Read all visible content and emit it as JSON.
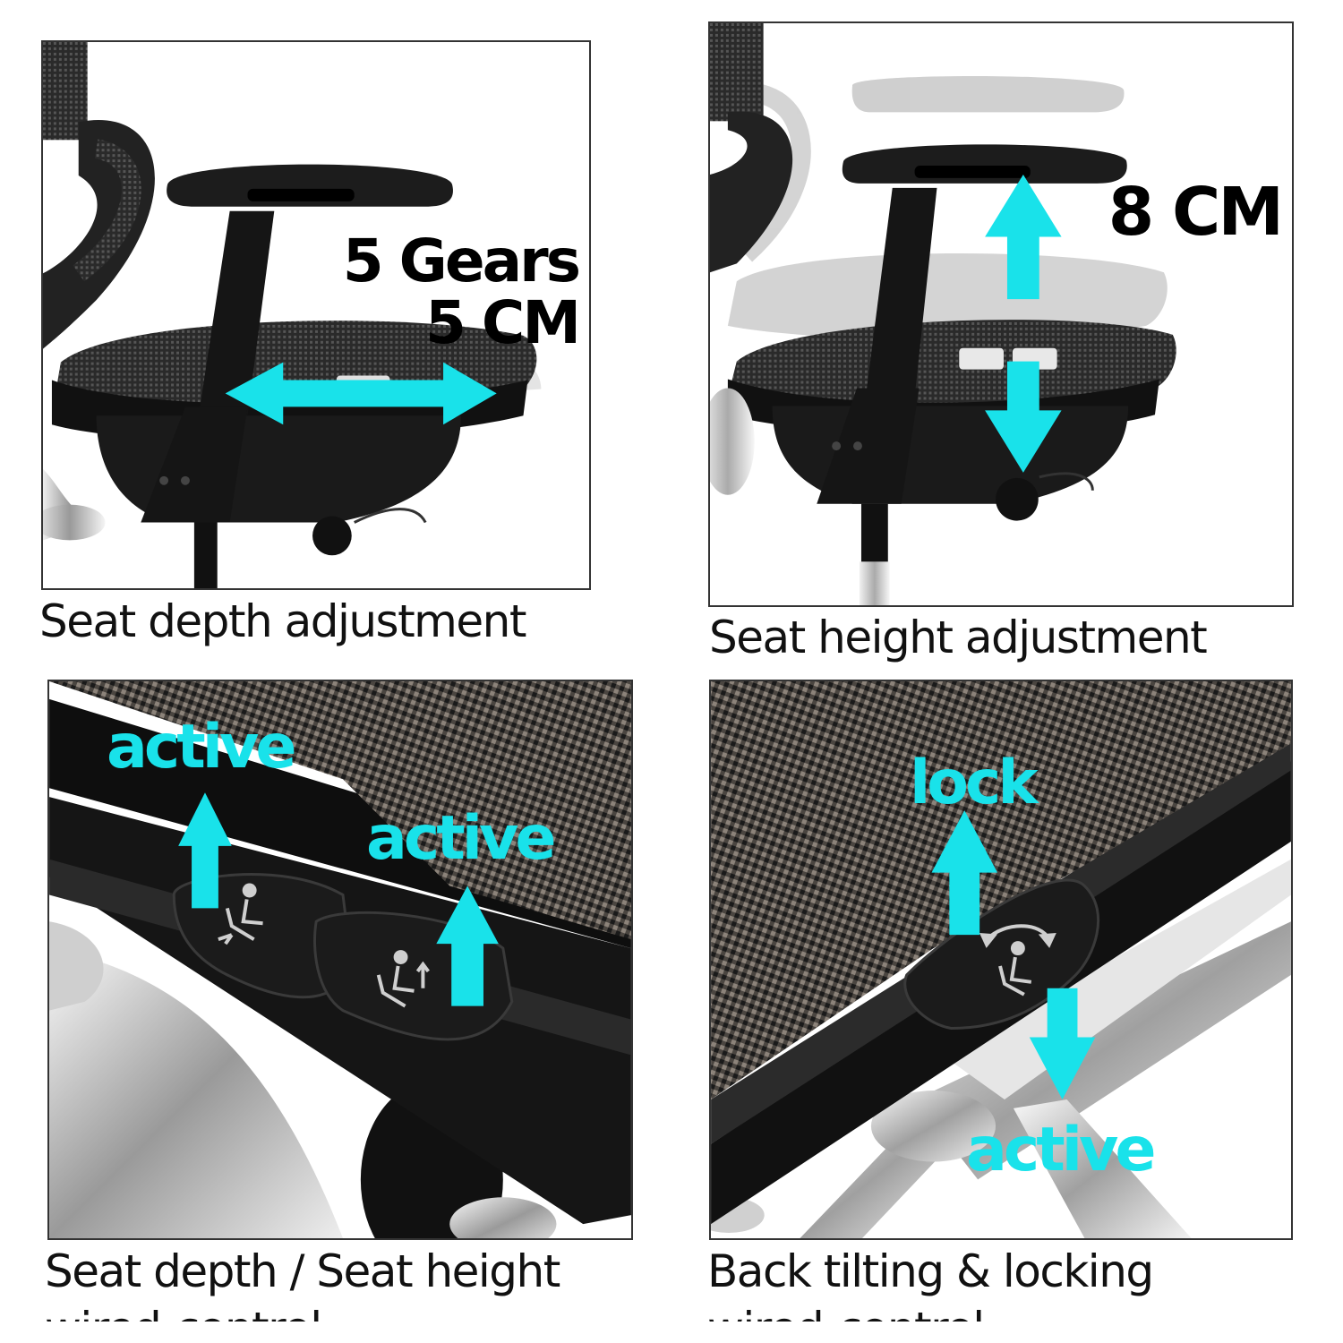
{
  "colors": {
    "accent": "#19e2ea",
    "text": "#111111",
    "frame": "#333333"
  },
  "panels": [
    {
      "caption": "Seat depth adjustment",
      "callout_line1": "5 Gears",
      "callout_line2": "5 CM",
      "icons": [
        "double-arrow-horizontal-icon"
      ]
    },
    {
      "caption": "Seat height adjustment",
      "callout": "8 CM",
      "icons": [
        "arrow-up-icon",
        "arrow-down-icon"
      ]
    },
    {
      "caption_line1": "Seat depth / Seat height",
      "caption_line2": "wired-control",
      "label_1": "active",
      "label_2": "active",
      "icons": [
        "arrow-up-icon",
        "arrow-up-icon",
        "seat-depth-icon",
        "seat-height-icon"
      ]
    },
    {
      "caption_line1": "Back tilting & locking",
      "caption_line2": "wired-control",
      "label_lock": "lock",
      "label_active": "active",
      "icons": [
        "arrow-up-icon",
        "arrow-down-icon",
        "tilt-icon"
      ]
    }
  ]
}
